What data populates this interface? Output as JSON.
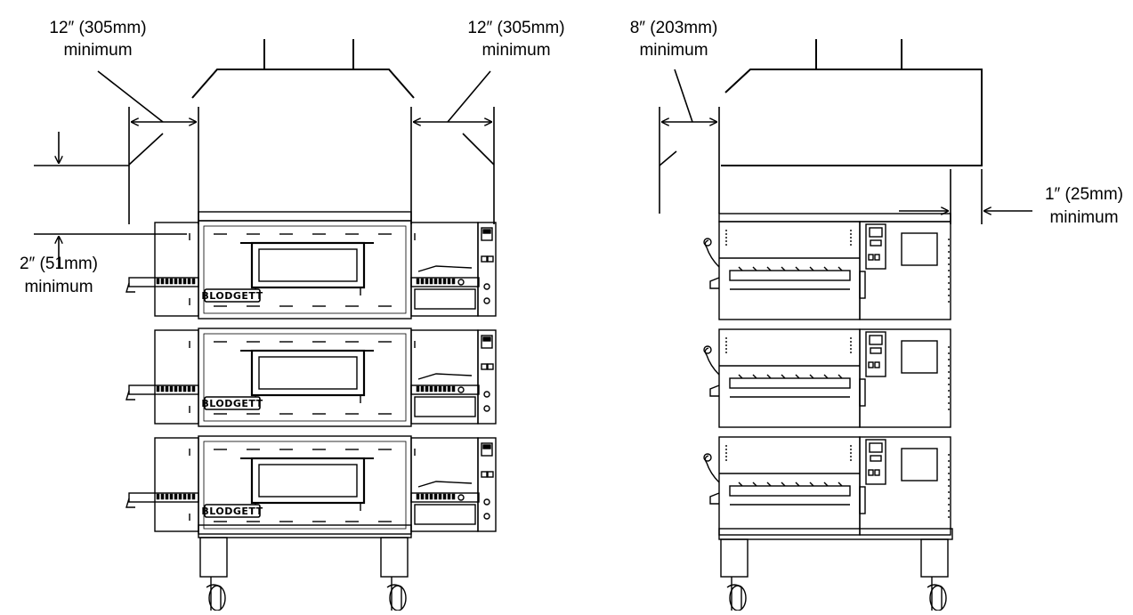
{
  "labels": {
    "front_left_line1": "12″ (305mm)",
    "front_left_line2": "minimum",
    "front_right_line1": "12″ (305mm)",
    "front_right_line2": "minimum",
    "floor_gap_line1": "2″ (51mm)",
    "floor_gap_line2": "minimum",
    "side_left_line1": "8″ (203mm)",
    "side_left_line2": "minimum",
    "side_back_line1": "1″ (25mm)",
    "side_back_line2": "minimum"
  },
  "brand_plate": "BLODGETT"
}
